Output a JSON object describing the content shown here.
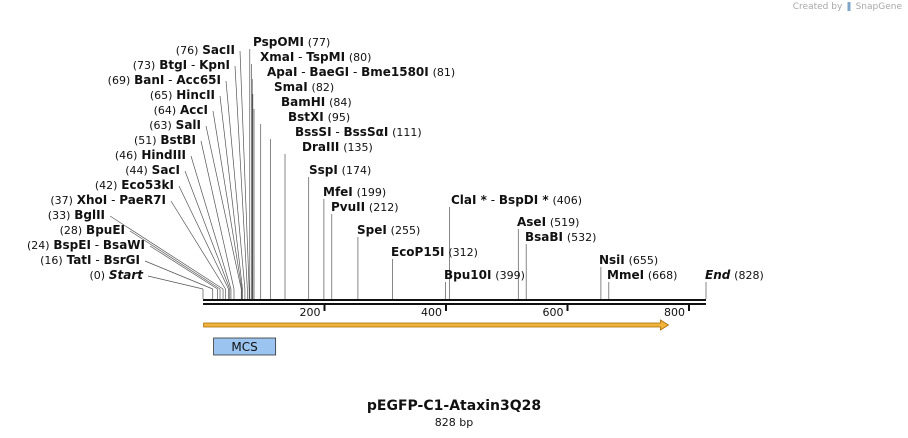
{
  "credit": {
    "prefix": "Created by",
    "brand": "SnapGene"
  },
  "map": {
    "title": "pEGFP-C1-Ataxin3Q28",
    "length_label": "828 bp",
    "length": 828,
    "ticks": [
      "200",
      "400",
      "600",
      "800"
    ],
    "tick_values": [
      200,
      400,
      600,
      800
    ],
    "features": [
      {
        "label": "MCS",
        "start": 24,
        "end": 113,
        "color": "#9cc4f0"
      }
    ],
    "orf": {
      "start": 1,
      "end": 758,
      "direction": "forward",
      "color": "#f0b43c"
    },
    "sites": [
      {
        "names": [
          "Start"
        ],
        "pos": 0,
        "pos_label": "(0)",
        "italic": true,
        "side": "left"
      },
      {
        "names": [
          "TatI",
          "BsrGI"
        ],
        "pos": 16,
        "pos_label": "(16)",
        "side": "left"
      },
      {
        "names": [
          "BspEI",
          "BsaWI"
        ],
        "pos": 24,
        "pos_label": "(24)",
        "side": "left"
      },
      {
        "names": [
          "BpuEI"
        ],
        "pos": 28,
        "pos_label": "(28)",
        "side": "left"
      },
      {
        "names": [
          "BglII"
        ],
        "pos": 33,
        "pos_label": "(33)",
        "side": "left"
      },
      {
        "names": [
          "XhoI",
          "PaeR7I"
        ],
        "pos": 37,
        "pos_label": "(37)",
        "side": "left"
      },
      {
        "names": [
          "Eco53kI"
        ],
        "pos": 42,
        "pos_label": "(42)",
        "side": "left"
      },
      {
        "names": [
          "SacI"
        ],
        "pos": 44,
        "pos_label": "(44)",
        "side": "left"
      },
      {
        "names": [
          "HindIII"
        ],
        "pos": 46,
        "pos_label": "(46)",
        "side": "left"
      },
      {
        "names": [
          "BstBI"
        ],
        "pos": 51,
        "pos_label": "(51)",
        "side": "left"
      },
      {
        "names": [
          "SalI"
        ],
        "pos": 63,
        "pos_label": "(63)",
        "side": "left"
      },
      {
        "names": [
          "AccI"
        ],
        "pos": 64,
        "pos_label": "(64)",
        "side": "left"
      },
      {
        "names": [
          "HincII"
        ],
        "pos": 65,
        "pos_label": "(65)",
        "side": "left"
      },
      {
        "names": [
          "BanI",
          "Acc65I"
        ],
        "pos": 69,
        "pos_label": "(69)",
        "side": "left"
      },
      {
        "names": [
          "BtgI",
          "KpnI"
        ],
        "pos": 73,
        "pos_label": "(73)",
        "side": "left"
      },
      {
        "names": [
          "SacII"
        ],
        "pos": 76,
        "pos_label": "(76)",
        "side": "left"
      },
      {
        "names": [
          "PspOMI"
        ],
        "pos": 77,
        "pos_label": "(77)",
        "side": "right"
      },
      {
        "names": [
          "XmaI",
          "TspMI"
        ],
        "pos": 80,
        "pos_label": "(80)",
        "side": "right"
      },
      {
        "names": [
          "ApaI",
          "BaeGI",
          "Bme1580I"
        ],
        "pos": 81,
        "pos_label": "(81)",
        "side": "right"
      },
      {
        "names": [
          "SmaI"
        ],
        "pos": 82,
        "pos_label": "(82)",
        "side": "right"
      },
      {
        "names": [
          "BamHI"
        ],
        "pos": 84,
        "pos_label": "(84)",
        "side": "right"
      },
      {
        "names": [
          "BstXI"
        ],
        "pos": 95,
        "pos_label": "(95)",
        "side": "right"
      },
      {
        "names": [
          "BssSI",
          "BssSαI"
        ],
        "pos": 111,
        "pos_label": "(111)",
        "side": "right"
      },
      {
        "names": [
          "DraIII"
        ],
        "pos": 135,
        "pos_label": "(135)",
        "side": "right"
      },
      {
        "names": [
          "SspI"
        ],
        "pos": 174,
        "pos_label": "(174)",
        "side": "right"
      },
      {
        "names": [
          "MfeI"
        ],
        "pos": 199,
        "pos_label": "(199)",
        "side": "right"
      },
      {
        "names": [
          "PvuII"
        ],
        "pos": 212,
        "pos_label": "(212)",
        "side": "right"
      },
      {
        "names": [
          "SpeI"
        ],
        "pos": 255,
        "pos_label": "(255)",
        "side": "right"
      },
      {
        "names": [
          "EcoP15I"
        ],
        "pos": 312,
        "pos_label": "(312)",
        "side": "right"
      },
      {
        "names": [
          "ClaI *",
          "BspDI *"
        ],
        "pos": 406,
        "pos_label": "(406)",
        "side": "right"
      },
      {
        "names": [
          "Bpu10I"
        ],
        "pos": 399,
        "pos_label": "(399)",
        "side": "right"
      },
      {
        "names": [
          "AseI"
        ],
        "pos": 519,
        "pos_label": "(519)",
        "side": "right"
      },
      {
        "names": [
          "BsaBI"
        ],
        "pos": 532,
        "pos_label": "(532)",
        "side": "right"
      },
      {
        "names": [
          "NsiI"
        ],
        "pos": 655,
        "pos_label": "(655)",
        "side": "right"
      },
      {
        "names": [
          "MmeI"
        ],
        "pos": 668,
        "pos_label": "(668)",
        "side": "right"
      },
      {
        "names": [
          "End"
        ],
        "pos": 828,
        "pos_label": "(828)",
        "italic": true,
        "side": "right"
      }
    ]
  }
}
